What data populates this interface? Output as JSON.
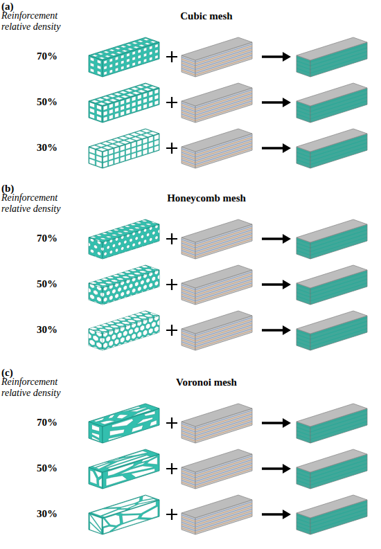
{
  "diagram": {
    "labels": [
      "(a)",
      "Reinforcement relative density",
      "Cubic mesh",
      "70%",
      "50%",
      "30%",
      "(b)",
      "Reinforcement relative density",
      "Honeycomb mesh",
      "70%",
      "50%",
      "30%",
      "(c)",
      "Reinforcement relative density",
      "Voronoi mesh",
      "70%",
      "50%",
      "30%"
    ]
  }
}
